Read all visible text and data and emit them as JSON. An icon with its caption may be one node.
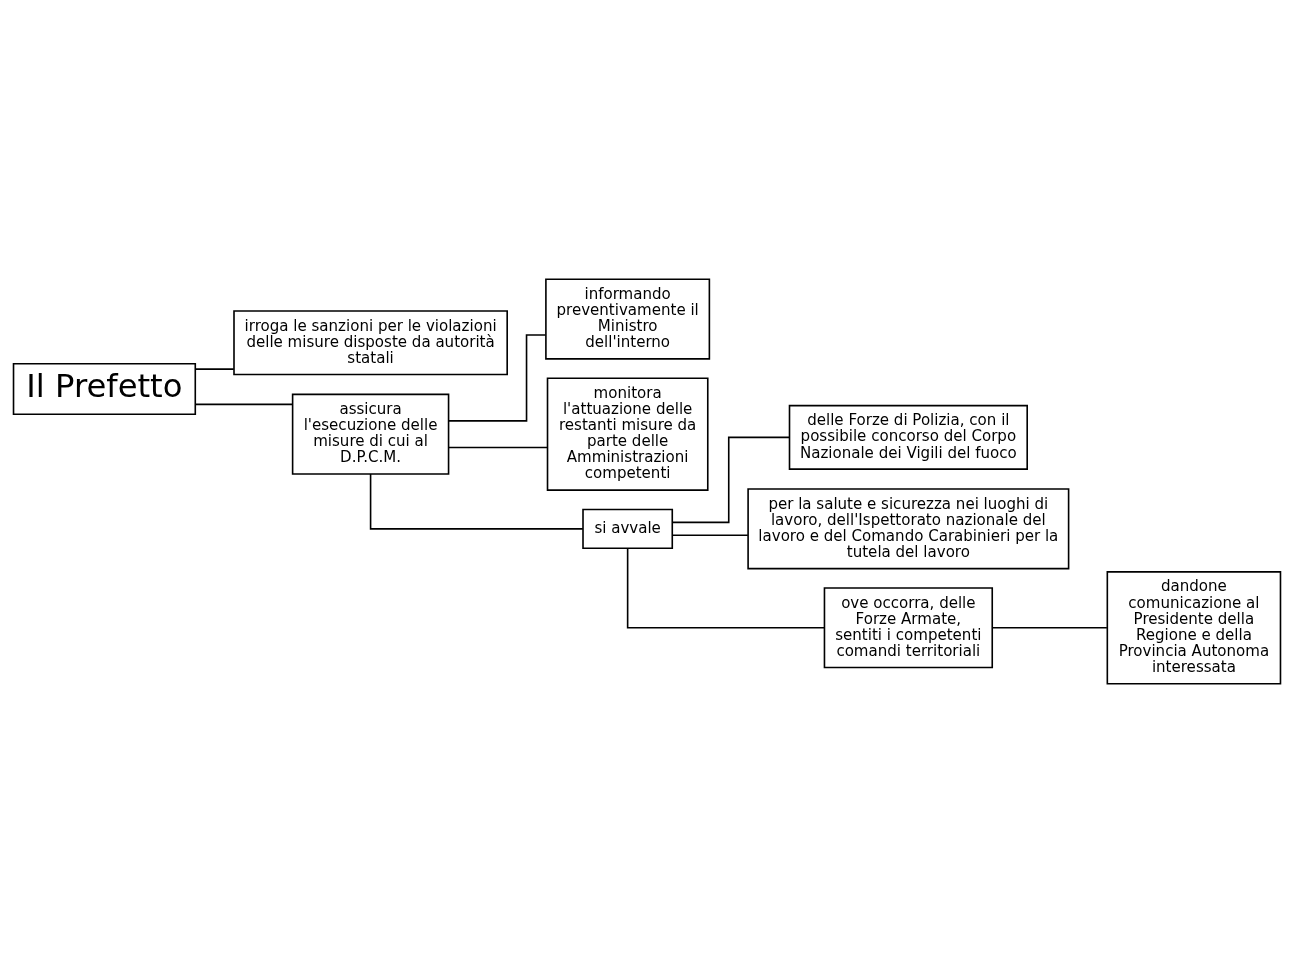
{
  "diagram": {
    "nodes": [
      {
        "text": [
          "Il Prefetto"
        ]
      },
      {
        "text": [
          "irroga le sanzioni per le violazioni delle misure disposte da autorità statali"
        ]
      },
      {
        "text": [
          "assicura l'esecuzione delle misure di cui al D.P.C.M."
        ]
      },
      {
        "text": [
          "informando preventivamente il Ministro dell'interno"
        ]
      },
      {
        "text": [
          "monitora l'attuazione delle restanti misure da parte delle Amministrazioni competenti"
        ]
      },
      {
        "text": [
          "si avvale"
        ]
      },
      {
        "text": [
          "delle Forze di Polizia, con il possibile concorso del Corpo Nazionale dei Vigili del fuoco"
        ]
      },
      {
        "text": [
          "per la salute e sicurezza nei luoghi di lavoro, dell'Ispettorato nazionale del lavoro e del Comando Carabinieri per la tutela del lavoro"
        ]
      },
      {
        "text": [
          "ove occorra, delle Forze Armate, sentiti i competenti comandi territoriali"
        ]
      },
      {
        "text": [
          "dandone comunicazione al Presidente della Regione e della Provincia Autonoma interessata"
        ]
      }
    ],
    "edges": [
      {
        "from": 0,
        "to": 1,
        "arrow": "none"
      },
      {
        "from": 0,
        "to": 2,
        "arrow": "none"
      },
      {
        "from": 2,
        "to": 3,
        "arrow": "none"
      },
      {
        "from": 2,
        "to": 4,
        "arrow": "none"
      },
      {
        "from": 2,
        "to": 5,
        "arrow": "none"
      },
      {
        "from": 5,
        "to": 6,
        "arrow": "none"
      },
      {
        "from": 5,
        "to": 7,
        "arrow": "none"
      },
      {
        "from": 5,
        "to": 8,
        "arrow": "none"
      },
      {
        "from": 8,
        "to": 9,
        "arrow": "none"
      }
    ]
  }
}
